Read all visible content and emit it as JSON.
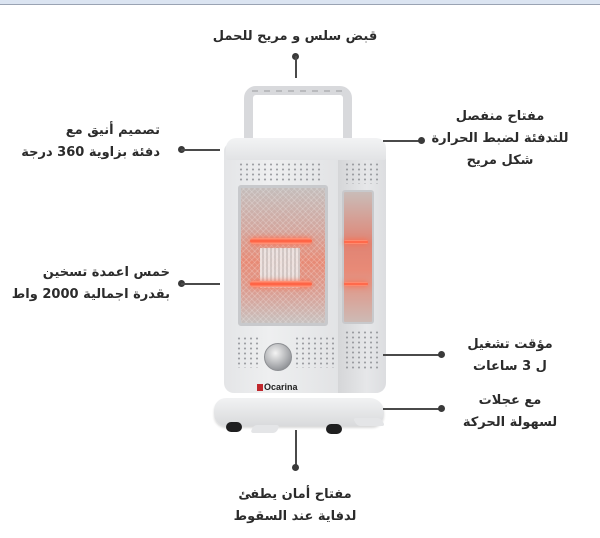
{
  "product": {
    "brand": "Ocarina",
    "type": "heater-360"
  },
  "features": {
    "handle": "قبض سلس و مريح للحمل",
    "design": [
      "تصميم أنيق مع",
      "دفئة بزاوية 360 درجة"
    ],
    "switch": [
      "مفتاح منفصل",
      "للتدفئة لضبط الحرارة",
      "شكل مريح"
    ],
    "heating": [
      "خمس اعمدة تسخين",
      "بقدرة اجمالية 2000 واط"
    ],
    "timer": [
      "مؤقت تشغيل",
      "ل 3 ساعات"
    ],
    "wheels": [
      "مع عجلات",
      "لسهولة الحركة"
    ],
    "safety": [
      "مفتاح أمان يطفئ",
      "لدفاية عند السقوط"
    ]
  },
  "colors": {
    "text": "#2b2b2b",
    "line": "#4a4a4a",
    "glow": "#ff5a3a",
    "body": "#e4e5e7"
  }
}
